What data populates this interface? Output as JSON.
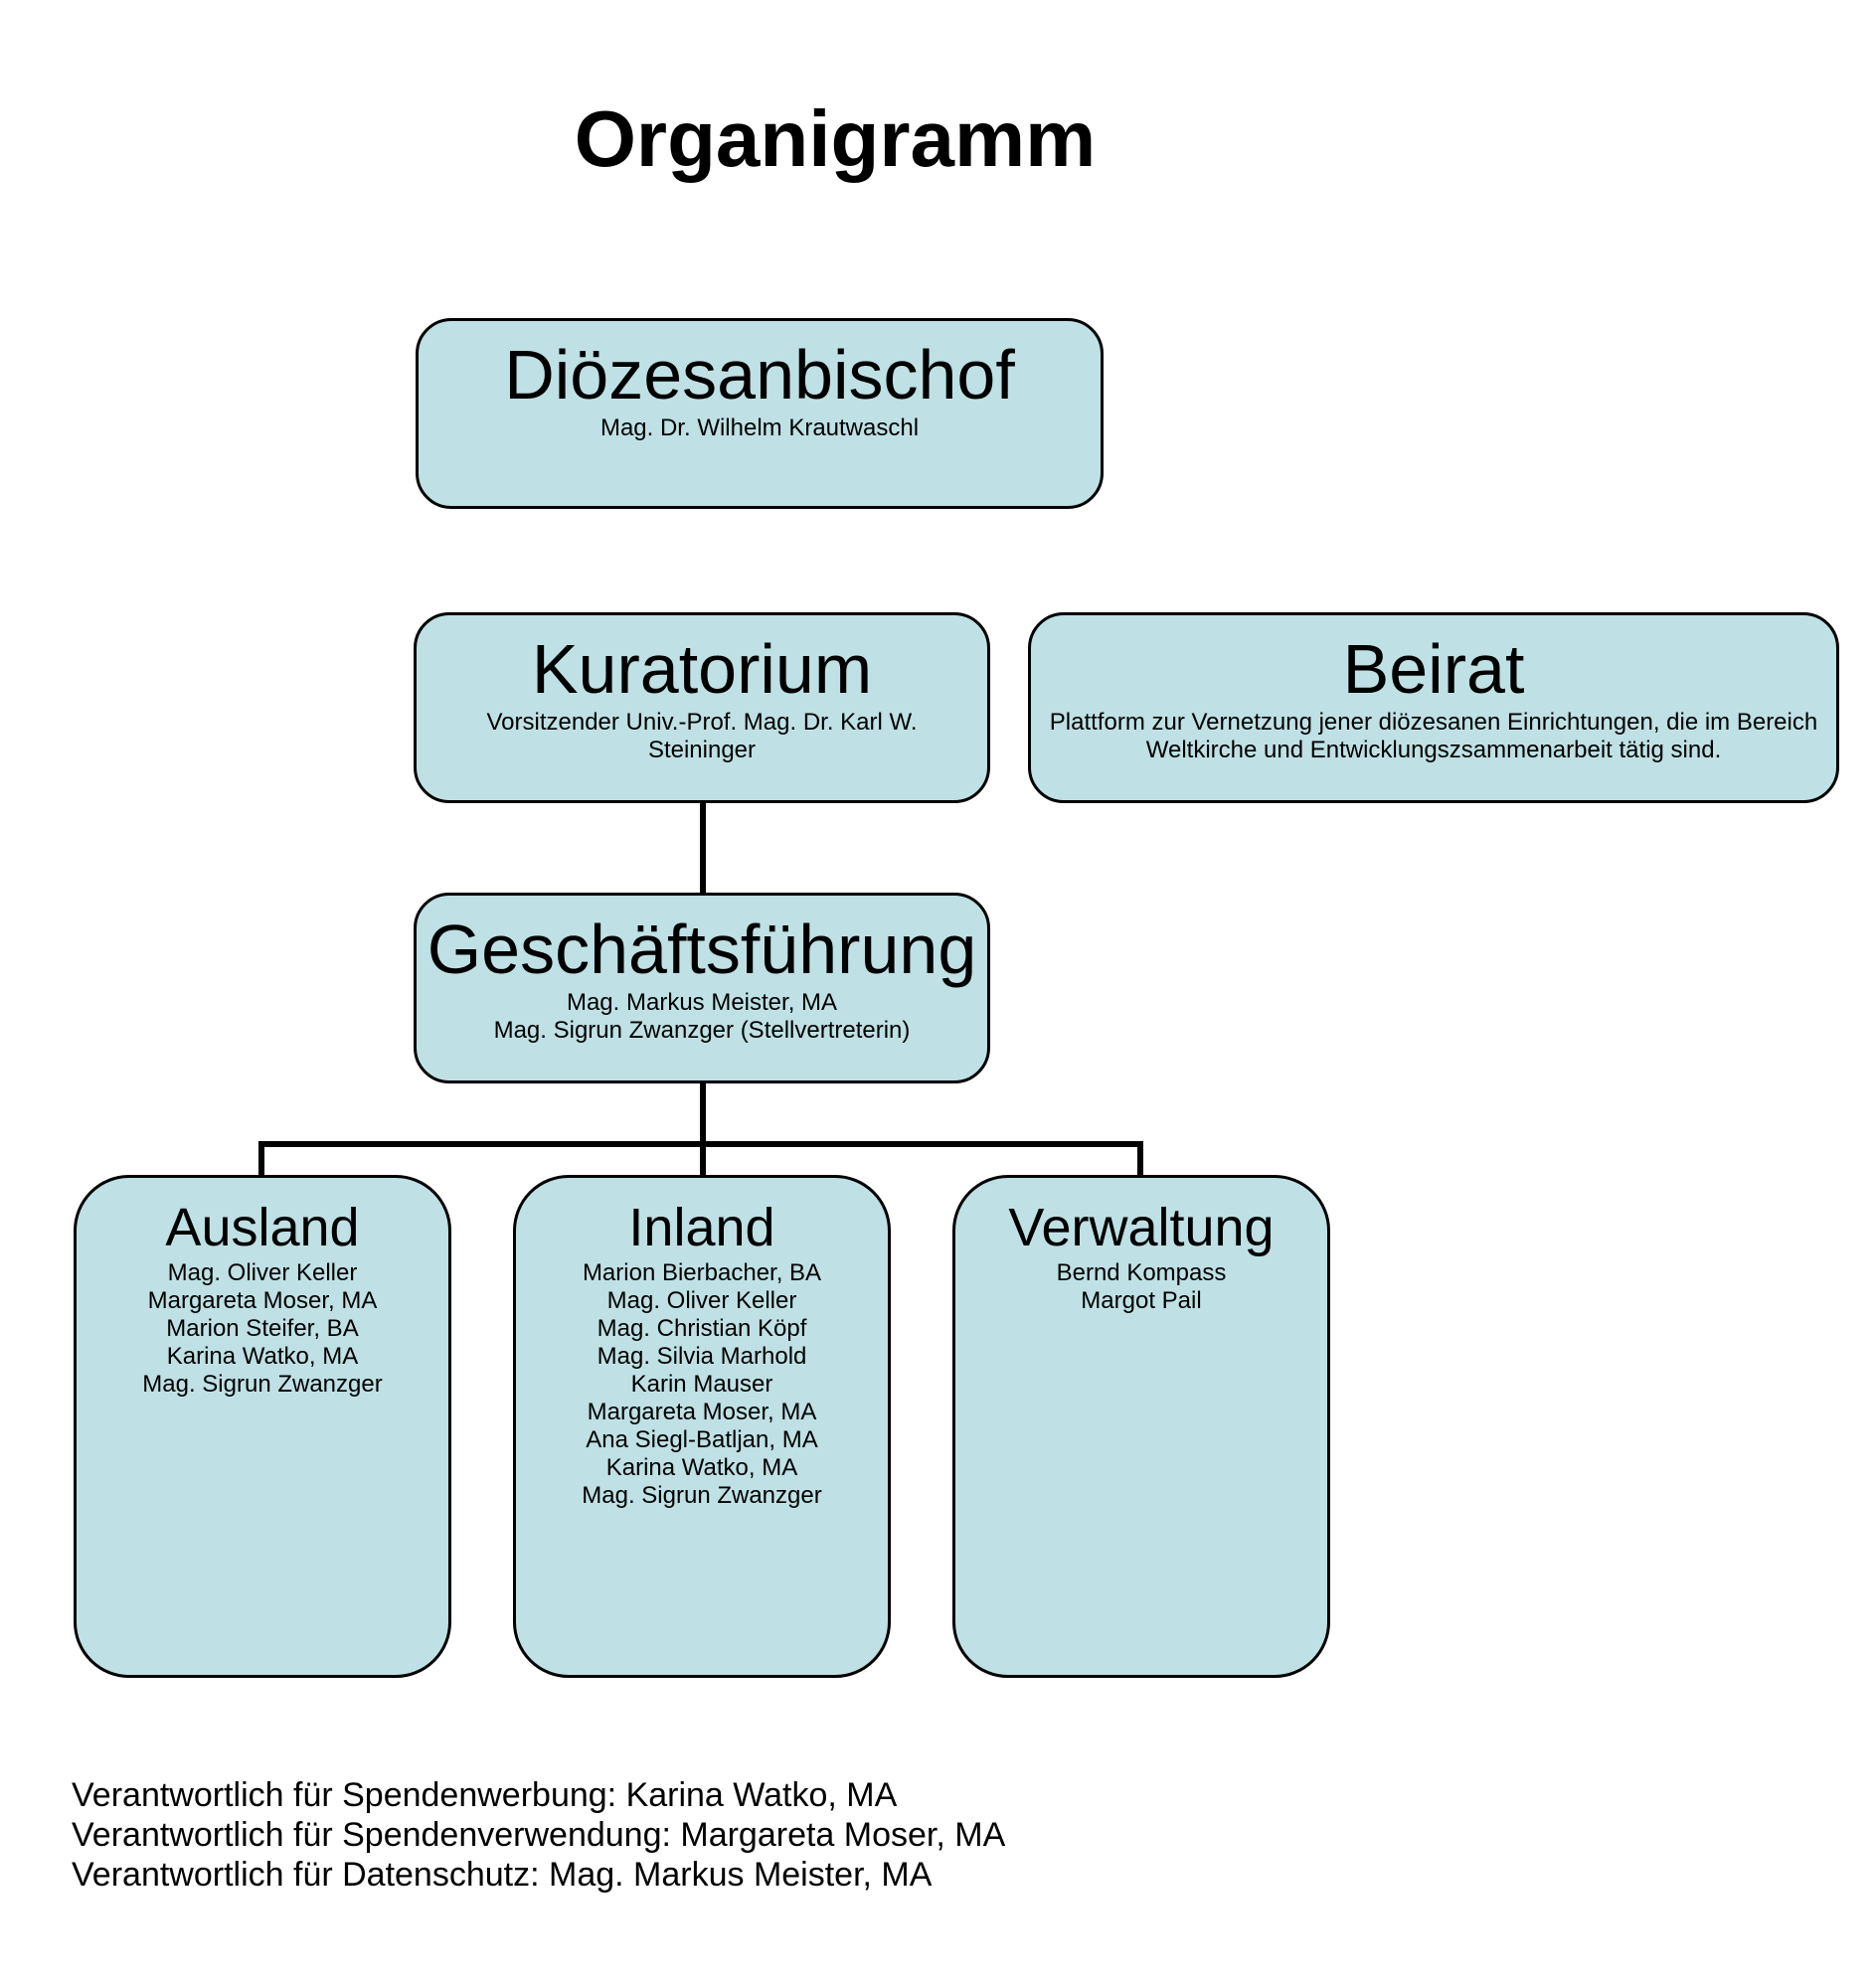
{
  "title": "Organigramm",
  "colors": {
    "box_fill": "#bfe0e4",
    "box_border": "#000000",
    "connector": "#000000"
  },
  "bischof": {
    "heading": "Diözesanbischof",
    "text": "Mag. Dr. Wilhelm Krautwaschl"
  },
  "kuratorium": {
    "heading": "Kuratorium",
    "text": "Vorsitzender Univ.-Prof. Mag. Dr. Karl W. Steininger"
  },
  "beirat": {
    "heading": "Beirat",
    "text": "Plattform zur Vernetzung jener diözesanen Einrichtungen, die im Bereich Weltkirche und Entwicklungszsammenarbeit tätig sind."
  },
  "geschaeftsfuehrung": {
    "heading": "Geschäftsführung",
    "members": [
      "Mag. Markus Meister, MA",
      "Mag. Sigrun Zwanzger (Stellvertreterin)"
    ]
  },
  "departments": [
    {
      "heading": "Ausland",
      "members": [
        "Mag. Oliver Keller",
        "Margareta Moser, MA",
        "Marion Steifer, BA",
        "Karina Watko, MA",
        "Mag. Sigrun Zwanzger"
      ]
    },
    {
      "heading": "Inland",
      "members": [
        "Marion Bierbacher, BA",
        "Mag. Oliver Keller",
        "Mag. Christian Köpf",
        "Mag. Silvia Marhold",
        "Karin Mauser",
        "Margareta Moser, MA",
        "Ana Siegl-Batljan, MA",
        "Karina Watko, MA",
        "Mag. Sigrun Zwanzger"
      ]
    },
    {
      "heading": "Verwaltung",
      "members": [
        "Bernd Kompass",
        "Margot Pail"
      ]
    }
  ],
  "footer": [
    "Verantwortlich für Spendenwerbung: Karina Watko, MA",
    "Verantwortlich für Spendenverwendung: Margareta Moser, MA",
    "Verantwortlich für Datenschutz: Mag. Markus Meister, MA"
  ]
}
